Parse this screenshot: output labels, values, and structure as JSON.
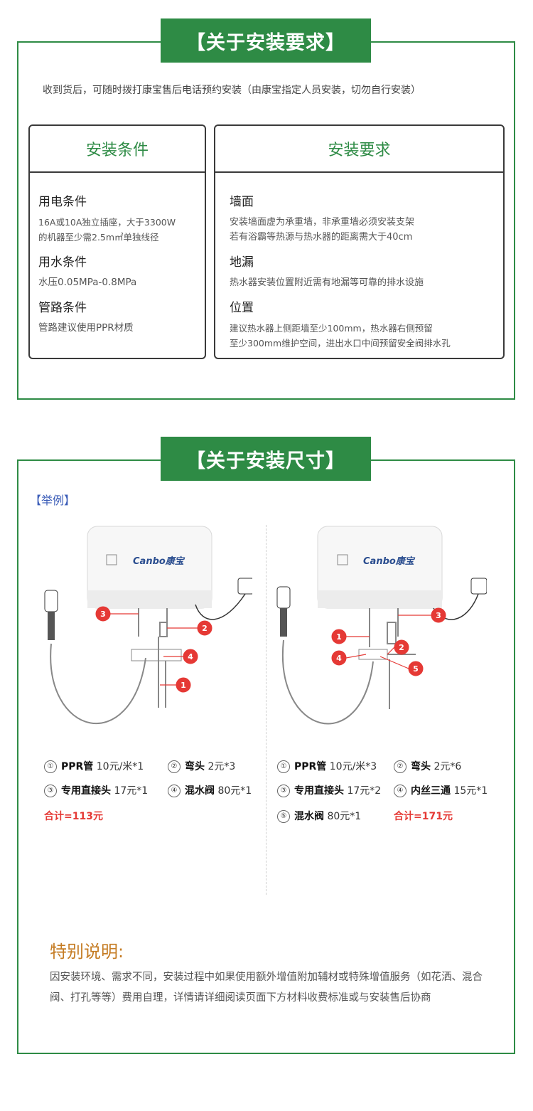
{
  "install_req": {
    "title": "【关于安装要求】",
    "intro": "收到货后，可随时拨打康宝售后电话预约安装（由康宝指定人员安装，切勿自行安装）",
    "left": {
      "heading": "安装条件",
      "items": [
        {
          "title": "用电条件",
          "text": "16A或10A独立插座，大于3300W\n的机器至少需2.5m㎡单独线径"
        },
        {
          "title": "用水条件",
          "text": "水压0.05MPa-0.8MPa"
        },
        {
          "title": "管路条件",
          "text": "管路建议使用PPR材质"
        }
      ]
    },
    "right": {
      "heading": "安装要求",
      "items": [
        {
          "title": "墙面",
          "text": "安装墙面虚为承重墙，非承重墙必须安装支架\n若有浴霸等热源与热水器的距离需大于40cm"
        },
        {
          "title": "地漏",
          "text": "热水器安装位置附近需有地漏等可靠的排水设施"
        },
        {
          "title": "位置",
          "text": "建议热水器上侧距墙至少100mm，热水器右侧预留\n至少300mm维护空间，进出水口中间预留安全阀排水孔"
        }
      ]
    }
  },
  "install_size": {
    "title": "【关于安装尺寸】",
    "example_tag": "【举例】",
    "brand": "Canbo康宝",
    "left": {
      "items": [
        {
          "num": "①",
          "name": "PPR管",
          "price": "10元/米*1"
        },
        {
          "num": "②",
          "name": "弯头",
          "price": "2元*3"
        },
        {
          "num": "③",
          "name": "专用直接头",
          "price": "17元*1"
        },
        {
          "num": "④",
          "name": "混水阀",
          "price": "80元*1"
        }
      ],
      "total": "合计=113元"
    },
    "right": {
      "items": [
        {
          "num": "①",
          "name": "PPR管",
          "price": "10元/米*3"
        },
        {
          "num": "②",
          "name": "弯头",
          "price": "2元*6"
        },
        {
          "num": "③",
          "name": "专用直接头",
          "price": "17元*2"
        },
        {
          "num": "④",
          "name": "内丝三通",
          "price": "15元*1"
        },
        {
          "num": "⑤",
          "name": "混水阀",
          "price": "80元*1"
        }
      ],
      "total": "合计=171元"
    },
    "note_title": "特别说明:",
    "note_text": "因安装环境、需求不同，安装过程中如果使用额外增值附加辅材或特殊增值服务（如花洒、混合阀、打孔等等）费用自理，详情请详细阅读页面下方材料收费标准或与安装售后协商"
  },
  "colors": {
    "brand_green": "#2e8b45",
    "marker_red": "#e53935",
    "note_orange": "#c57c24"
  }
}
